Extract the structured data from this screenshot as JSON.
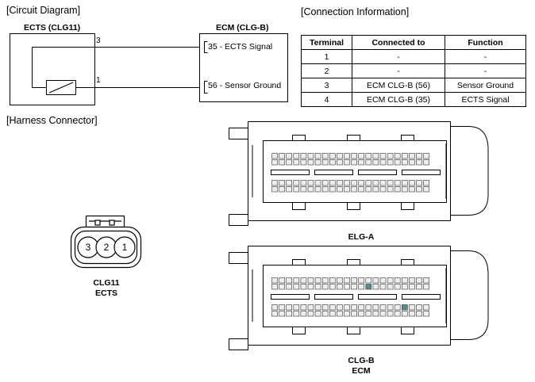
{
  "sections": {
    "circuit": "[Circuit Diagram]",
    "connection": "[Connection Information]",
    "harness": "[Harness Connector]"
  },
  "circuit": {
    "ects_title": "ECTS (CLG11)",
    "ecm_title": "ECM (CLG-B)",
    "wire_top_pin": "3",
    "wire_bottom_pin": "1",
    "ecm_pin_1": "35 - ECTS Signal",
    "ecm_pin_2": "56 - Sensor Ground"
  },
  "table": {
    "headers": [
      "Terminal",
      "Connected to",
      "Function"
    ],
    "rows": [
      [
        "1",
        "-",
        "-"
      ],
      [
        "2",
        "-",
        "-"
      ],
      [
        "3",
        "ECM CLG-B (56)",
        "Sensor Ground"
      ],
      [
        "4",
        "ECM CLG-B (35)",
        "ECTS Signal"
      ]
    ]
  },
  "harness": {
    "small_connector": {
      "pins": [
        "3",
        "2",
        "1"
      ],
      "name": "CLG11",
      "sub": "ECTS"
    },
    "connector_a": {
      "name": "ELG-A",
      "sub": ""
    },
    "connector_b": {
      "name": "CLG-B",
      "sub": "ECM"
    }
  },
  "colors": {
    "highlight_pin": "#5a8a8a",
    "line": "#000000"
  }
}
